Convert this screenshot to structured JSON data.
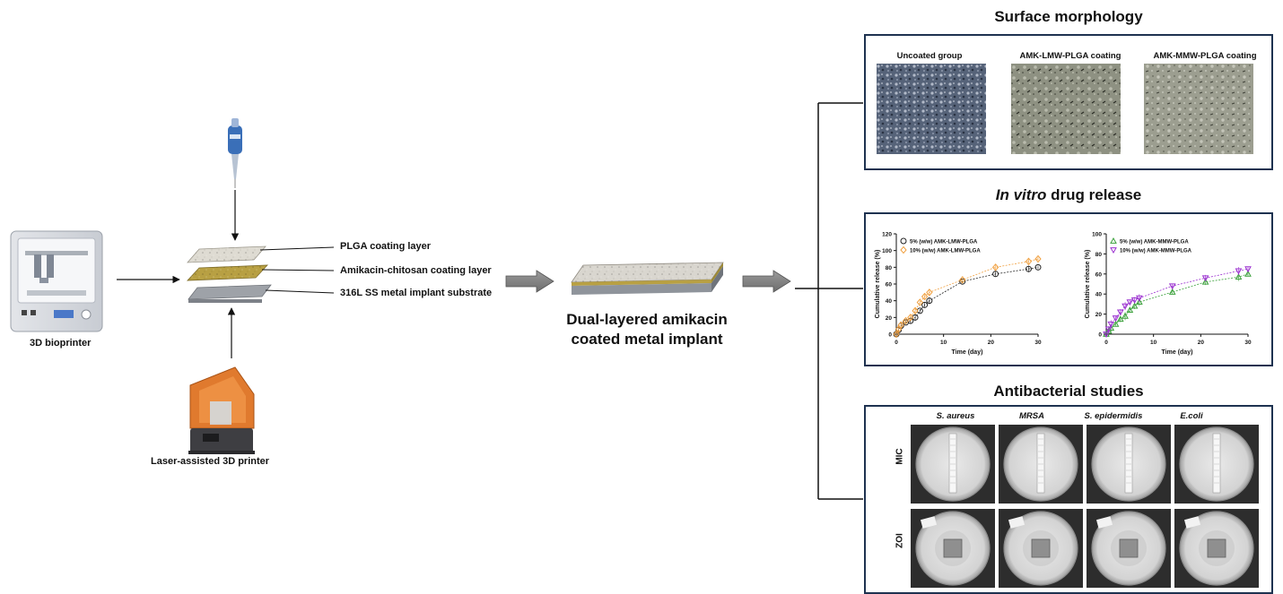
{
  "left": {
    "bioprinter_label": "3D bioprinter",
    "laser_printer_label": "Laser-assisted 3D printer",
    "layers": [
      {
        "label": "PLGA coating layer",
        "color": "#dedbd2"
      },
      {
        "label": "Amikacin-chitosan coating layer",
        "color": "#b8a043"
      },
      {
        "label": "316L SS metal implant substrate",
        "color": "#9ea2a8"
      }
    ]
  },
  "center": {
    "implant_line1": "Dual-layered amikacin",
    "implant_line2": "coated metal implant"
  },
  "panels": {
    "morphology": {
      "title": "Surface morphology",
      "images": [
        {
          "label": "Uncoated group",
          "tone": "#5d6a7f"
        },
        {
          "label": "AMK-LMW-PLGA coating",
          "tone": "#8f9283"
        },
        {
          "label": "AMK-MMW-PLGA coating",
          "tone": "#9c9e90"
        }
      ]
    },
    "release": {
      "title_italic": "In vitro",
      "title_rest": " drug release"
    },
    "antibacterial": {
      "title": "Antibacterial studies",
      "organisms": [
        "S. aureus",
        "MRSA",
        "S. epidermidis",
        "E.coli"
      ],
      "rows": [
        "MIC",
        "ZOI"
      ]
    }
  },
  "chart_data": [
    {
      "type": "scatter",
      "xlabel": "Time (day)",
      "ylabel": "Cumulative release (%)",
      "xlim": [
        0,
        30
      ],
      "ylim": [
        0,
        120
      ],
      "xticks": [
        0,
        10,
        20,
        30
      ],
      "yticks": [
        0,
        20,
        40,
        60,
        80,
        100,
        120
      ],
      "legend_position": "top-left",
      "series": [
        {
          "name": "5% (w/w) AMK-LMW-PLGA",
          "marker": "circle",
          "color": "#222222",
          "x": [
            0,
            0.5,
            1,
            2,
            3,
            4,
            5,
            6,
            7,
            14,
            21,
            28,
            30
          ],
          "y": [
            0,
            5,
            10,
            14,
            16,
            20,
            28,
            35,
            40,
            63,
            72,
            78,
            80
          ]
        },
        {
          "name": "10% (w/w) AMK-LMW-PLGA",
          "marker": "diamond",
          "color": "#f0a040",
          "x": [
            0,
            0.5,
            1,
            2,
            3,
            4,
            5,
            6,
            7,
            14,
            21,
            28,
            30
          ],
          "y": [
            0,
            6,
            11,
            16,
            20,
            28,
            38,
            45,
            50,
            65,
            80,
            87,
            90
          ]
        }
      ]
    },
    {
      "type": "scatter",
      "xlabel": "Time (day)",
      "ylabel": "Cumulative release (%)",
      "xlim": [
        0,
        30
      ],
      "ylim": [
        0,
        100
      ],
      "xticks": [
        0,
        10,
        20,
        30
      ],
      "yticks": [
        0,
        20,
        40,
        60,
        80,
        100
      ],
      "legend_position": "top-left",
      "series": [
        {
          "name": "5% (w/w) AMK-MMW-PLGA",
          "marker": "triangle-up",
          "color": "#3aa03a",
          "x": [
            0,
            0.5,
            1,
            2,
            3,
            4,
            5,
            6,
            7,
            14,
            21,
            28,
            30
          ],
          "y": [
            0,
            3,
            6,
            10,
            15,
            18,
            24,
            28,
            32,
            42,
            52,
            57,
            60
          ]
        },
        {
          "name": "10% (w/w) AMK-MMW-PLGA",
          "marker": "triangle-down",
          "color": "#9b30d0",
          "x": [
            0,
            0.5,
            1,
            2,
            3,
            4,
            5,
            6,
            7,
            14,
            21,
            28,
            30
          ],
          "y": [
            0,
            5,
            10,
            16,
            22,
            28,
            32,
            34,
            36,
            48,
            56,
            63,
            65
          ]
        }
      ]
    }
  ]
}
